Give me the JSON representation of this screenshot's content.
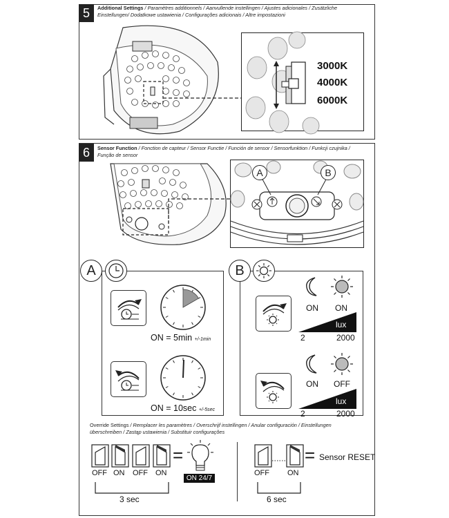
{
  "step5": {
    "number": "5",
    "title": "Additional Settings",
    "subtitle_line1": " / Paramètres additionnels / Aanvullende instellingen / Ajustes adicionales / Zusätzliche",
    "subtitle_line2": "Einstellungen/ Dodatkowe ustawienia / Configurações adicionais / Altre impostazioni",
    "cct_options": [
      "3000K",
      "4000K",
      "6000K"
    ]
  },
  "step6": {
    "number": "6",
    "title": "Sensor Function",
    "subtitle_line1": " / Fonction de capteur / Sensor Functie / Función de sensor / Sensorfunktion / Funkcji czujnika /",
    "subtitle_line2": "Função de sensor",
    "switch_a": "A",
    "switch_b": "B"
  },
  "panel_a": {
    "letter": "A",
    "setting1": {
      "value": "ON = 5min",
      "tolerance": "+/-1min",
      "timer_fraction": 0.1667
    },
    "setting2": {
      "value": "ON = 10sec",
      "tolerance": "+/-5sec"
    }
  },
  "panel_b": {
    "letter": "B",
    "row1": {
      "night": "ON",
      "day": "ON"
    },
    "row2": {
      "night": "ON",
      "day": "OFF"
    },
    "lux_label": "lux",
    "lux_min": "2",
    "lux_max": "2000"
  },
  "override": {
    "title": "Override Settings",
    "subtitle_line1": " / Remplacer les paramètres / Overschrijf instellingen / Anular configuración / Einstellungen",
    "subtitle_line2": "überschreiben / Zastąp ustawienia / Substituir configurações",
    "sequence": [
      "OFF",
      "ON",
      "OFF",
      "ON"
    ],
    "equals": "=",
    "on_badge": "ON 24/7",
    "duration1": "3 sec",
    "reset_sequence": [
      "OFF",
      "ON"
    ],
    "reset_label": "Sensor RESET",
    "duration2": "6 sec"
  }
}
